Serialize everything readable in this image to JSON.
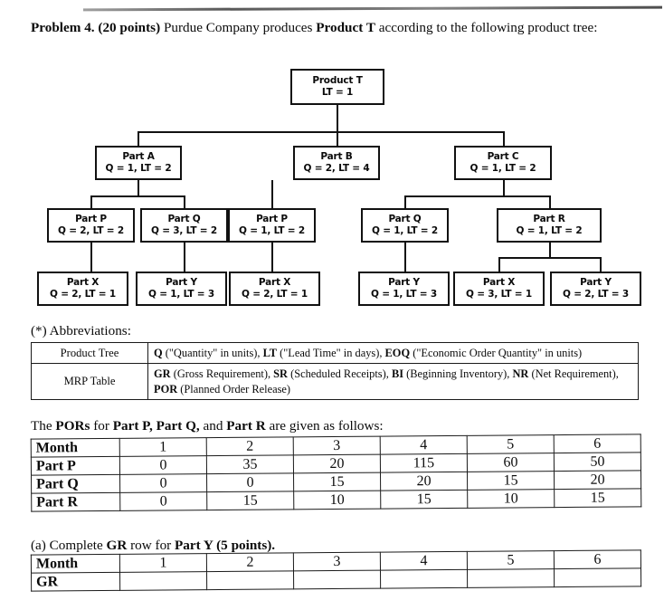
{
  "document": {
    "statement": {
      "problem_label": "Problem 4. (20 points)",
      "text_1": " Purdue Company produces ",
      "product_bold": "Product T",
      "text_2": " according to the following product tree:"
    },
    "tree": {
      "root": {
        "name": "Product T",
        "detail": "LT = 1"
      },
      "level2": [
        {
          "name": "Part A",
          "detail": "Q = 1, LT = 2"
        },
        {
          "name": "Part B",
          "detail": "Q = 2, LT = 4"
        },
        {
          "name": "Part C",
          "detail": "Q = 1, LT = 2"
        }
      ],
      "level3": [
        {
          "name": "Part P",
          "detail": "Q = 2, LT = 2"
        },
        {
          "name": "Part Q",
          "detail": "Q = 3, LT = 2"
        },
        {
          "name": "Part P",
          "detail": "Q = 1, LT = 2"
        },
        {
          "name": "Part Q",
          "detail": "Q = 1, LT = 2"
        },
        {
          "name": "Part R",
          "detail": "Q = 1, LT = 2"
        }
      ],
      "level4": [
        {
          "name": "Part X",
          "detail": "Q = 2, LT = 1"
        },
        {
          "name": "Part Y",
          "detail": "Q = 1, LT = 3"
        },
        {
          "name": "Part X",
          "detail": "Q = 2, LT = 1"
        },
        {
          "name": "Part Y",
          "detail": "Q = 1, LT = 3"
        },
        {
          "name": "Part X",
          "detail": "Q = 3, LT = 1"
        },
        {
          "name": "Part Y",
          "detail": "Q = 2, LT = 3"
        }
      ]
    },
    "abbreviations": {
      "heading": "(*) Abbreviations:",
      "rows": [
        {
          "key": "Product Tree",
          "value_html": "<b>Q</b> (\"Quantity\" in units), <b>LT</b> (\"Lead Time\" in days), <b>EOQ</b> (\"Economic Order Quantity\" in units)"
        },
        {
          "key": "MRP Table",
          "value_html": "<b>GR</b> (Gross Requirement), <b>SR</b> (Scheduled Receipts), <b>BI</b> (Beginning Inventory), <b>NR</b> (Net Requirement),<br><b>POR</b> (Planned Order Release)"
        }
      ]
    },
    "pors": {
      "intro_html": "The <b>PORs</b> for <b>Part P, Part Q,</b> and <b>Part R</b> are given as follows:",
      "header": [
        "Month",
        "1",
        "2",
        "3",
        "4",
        "5",
        "6"
      ],
      "rows": [
        {
          "label": "Part P",
          "values": [
            "0",
            "35",
            "20",
            "115",
            "60",
            "50"
          ]
        },
        {
          "label": "Part Q",
          "values": [
            "0",
            "0",
            "15",
            "20",
            "15",
            "20"
          ]
        },
        {
          "label": "Part R",
          "values": [
            "0",
            "15",
            "10",
            "15",
            "10",
            "15"
          ]
        }
      ]
    },
    "part_a": {
      "prompt_html": "(a) Complete <b>GR</b> row for <b>Part Y (5 points).</b>",
      "header": [
        "Month",
        "1",
        "2",
        "3",
        "4",
        "5",
        "6"
      ],
      "rows": [
        {
          "label": "GR",
          "values": [
            "",
            "",
            "",
            "",
            "",
            ""
          ]
        }
      ]
    }
  }
}
